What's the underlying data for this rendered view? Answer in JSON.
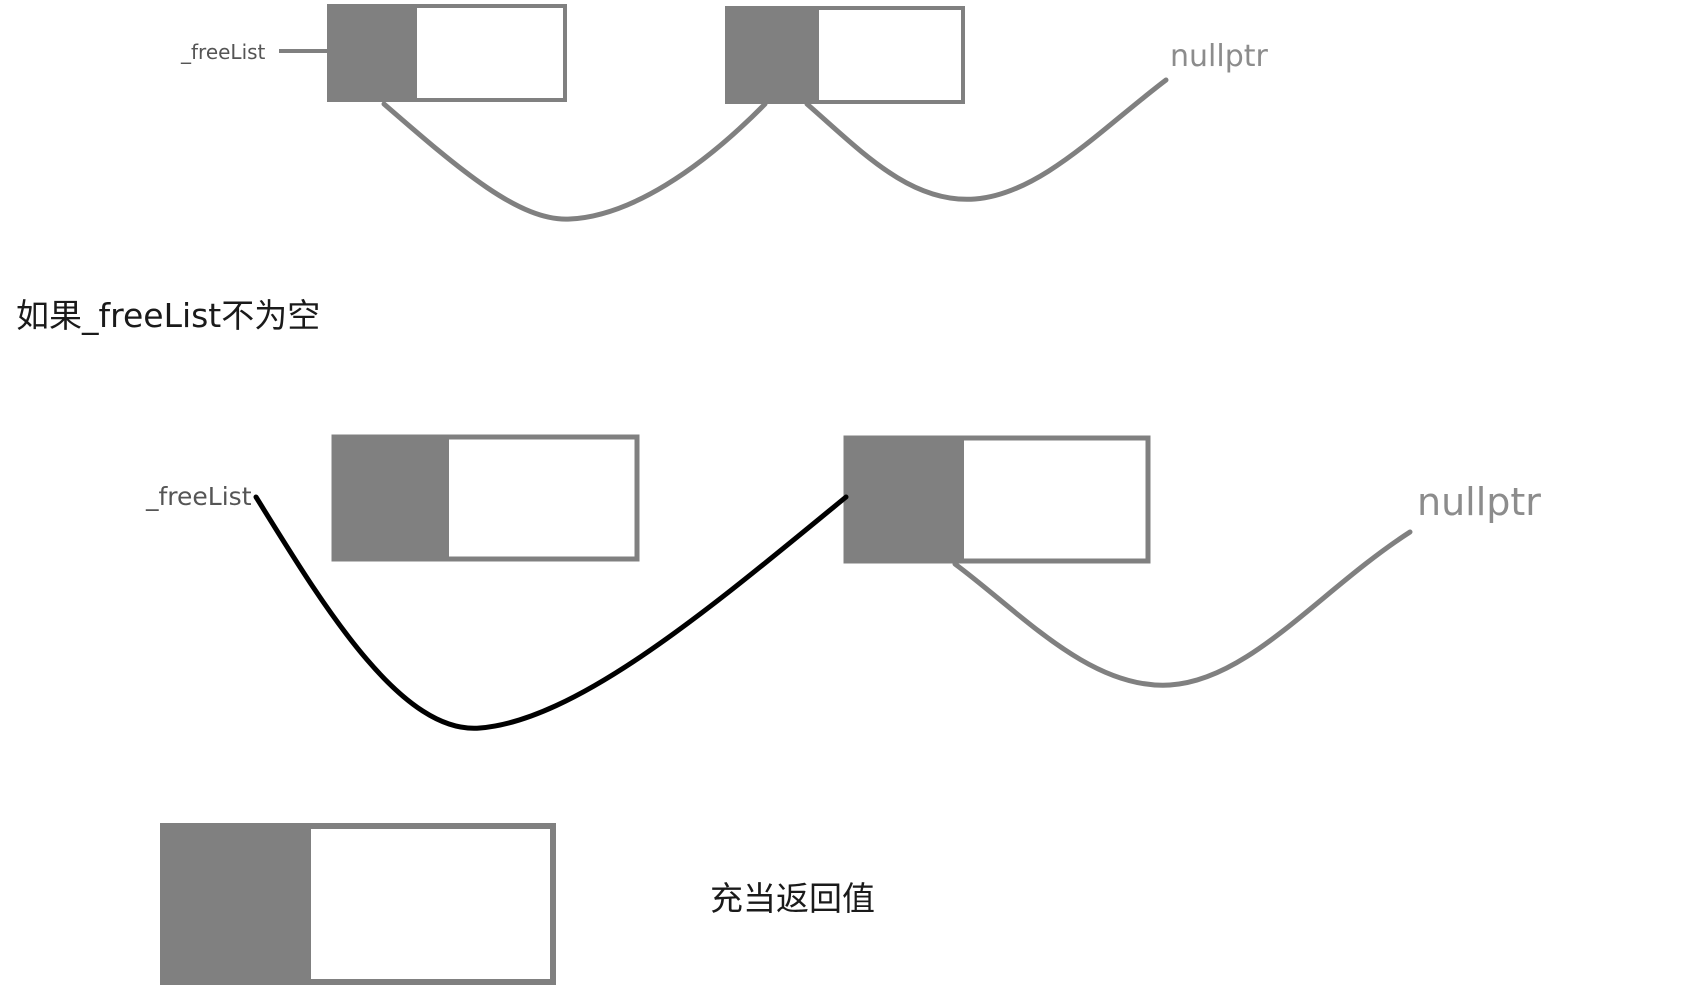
{
  "top_diagram": {
    "pointer_label": "_freeList",
    "null_label": "nullptr"
  },
  "condition_text": "如果_freeList不为空",
  "bottom_diagram": {
    "pointer_label": "_freeList",
    "null_label": "nullptr"
  },
  "result_text": "充当返回值"
}
